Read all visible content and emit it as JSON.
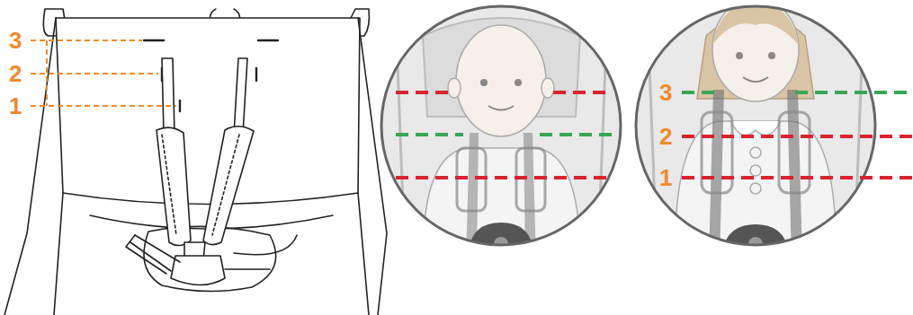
{
  "diagram": {
    "labels": [
      "3",
      "2",
      "1",
      "3",
      "2",
      "1"
    ]
  }
}
